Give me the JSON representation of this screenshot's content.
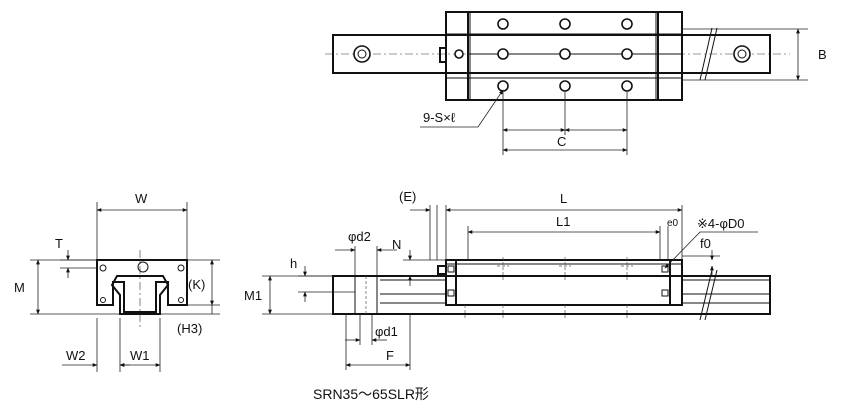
{
  "caption": "SRN35～65SLR形",
  "top_view": {
    "label_B": "B",
    "label_C": "C",
    "label_holes": "9-S×ℓ"
  },
  "end_view": {
    "label_W": "W",
    "label_T": "T",
    "label_M": "M",
    "label_K": "(K)",
    "label_H3": "(H3)",
    "label_W2": "W2",
    "label_W1": "W1"
  },
  "side_view": {
    "label_E": "(E)",
    "label_L": "L",
    "label_L1": "L1",
    "label_e0": "e0",
    "label_holes": "※4-φD0",
    "label_f0": "f0",
    "label_d2": "φd2",
    "label_N": "N",
    "label_h": "h",
    "label_M1": "M1",
    "label_d1": "φd1",
    "label_F": "F"
  }
}
